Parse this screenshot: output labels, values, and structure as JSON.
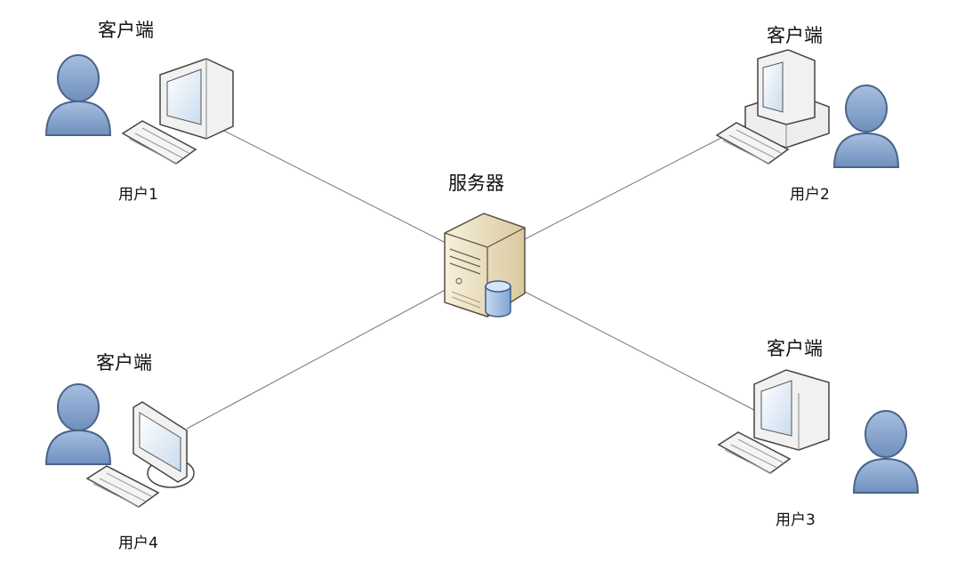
{
  "server": {
    "label": "服务器"
  },
  "clients": [
    {
      "group_label": "客户端",
      "user_label": "用户1"
    },
    {
      "group_label": "客户端",
      "user_label": "用户2"
    },
    {
      "group_label": "客户端",
      "user_label": "用户3"
    },
    {
      "group_label": "客户端",
      "user_label": "用户4"
    }
  ],
  "colors": {
    "person_fill": "#7f9fca",
    "person_stroke": "#4a6488",
    "monitor_body": "#f1f1f1",
    "screen": "#d9e8f6",
    "server_body": "#efe4c6",
    "database": "#9fbfe6",
    "link": "#777777"
  }
}
